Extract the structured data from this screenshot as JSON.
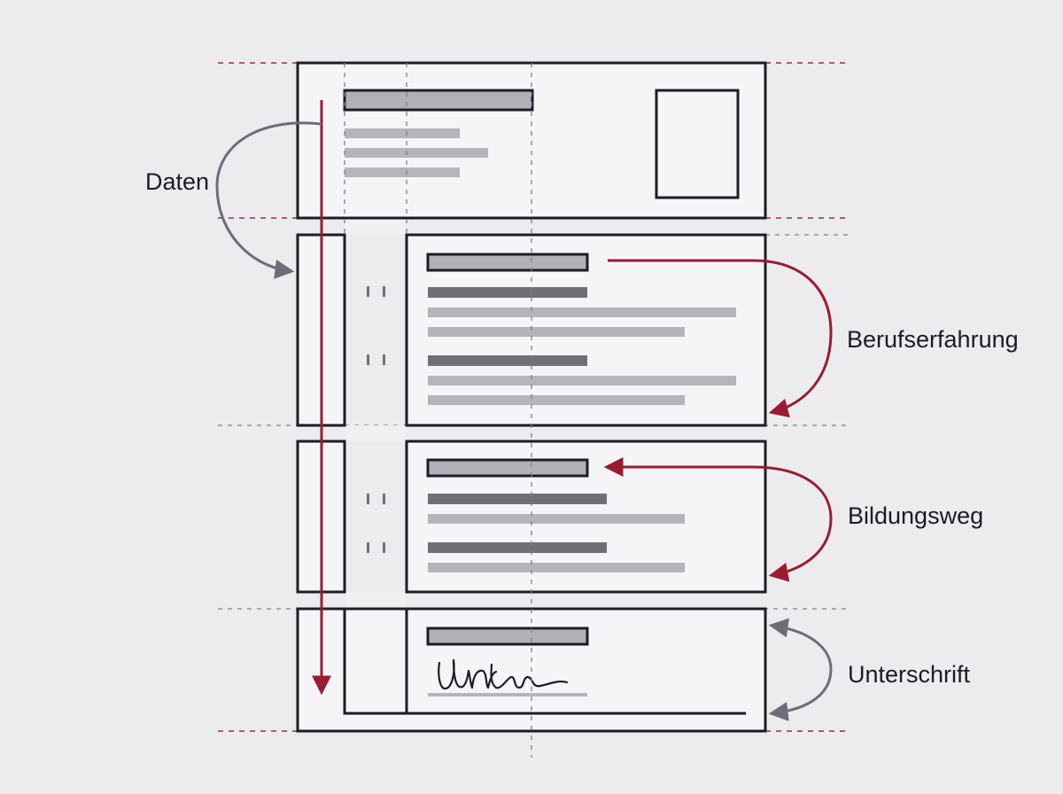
{
  "labels": {
    "daten": "Daten",
    "berufserfahrung": "Berufserfahrung",
    "bildungsweg": "Bildungsweg",
    "unterschrift": "Unterschrift"
  },
  "signature": "Unterschrift",
  "colors": {
    "background": "#ececee",
    "panel": "#f5f5f7",
    "outline": "#1d1d26",
    "accent_red": "#9b1b30",
    "arrow_gray": "#6b6e78",
    "bar_dark": "#6f6f78",
    "bar_light": "#b4b4ba",
    "bar_heading": "#b0b0b7",
    "guide_gray": "#7e7e86"
  },
  "icons": [
    "flow-arrow-icon",
    "curved-arrow-icon",
    "signature-icon",
    "photo-placeholder-icon"
  ]
}
